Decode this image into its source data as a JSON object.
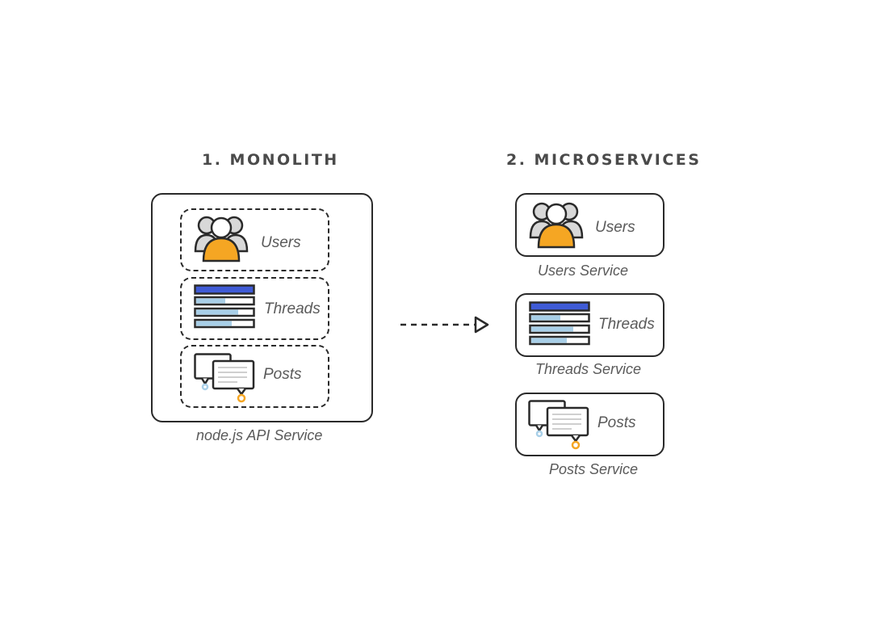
{
  "headings": {
    "monolith": "1. MONOLITH",
    "microservices": "2. MICROSERVICES"
  },
  "monolith": {
    "modules": {
      "users": "Users",
      "threads": "Threads",
      "posts": "Posts"
    },
    "caption": "node.js API Service"
  },
  "microservices": {
    "users": {
      "label": "Users",
      "caption": "Users Service"
    },
    "threads": {
      "label": "Threads",
      "caption": "Threads Service"
    },
    "posts": {
      "label": "Posts",
      "caption": "Posts Service"
    }
  },
  "icons": {
    "users": "users-group-icon",
    "threads": "thread-list-icon",
    "posts": "chat-bubbles-icon",
    "arrow": "dashed-arrow-icon"
  },
  "colors": {
    "accent_orange": "#f5a623",
    "accent_blue": "#3f5bd6",
    "light_blue": "#a8cfe8",
    "outline": "#2a2a2a",
    "gray_fill": "#d8d8d8"
  }
}
